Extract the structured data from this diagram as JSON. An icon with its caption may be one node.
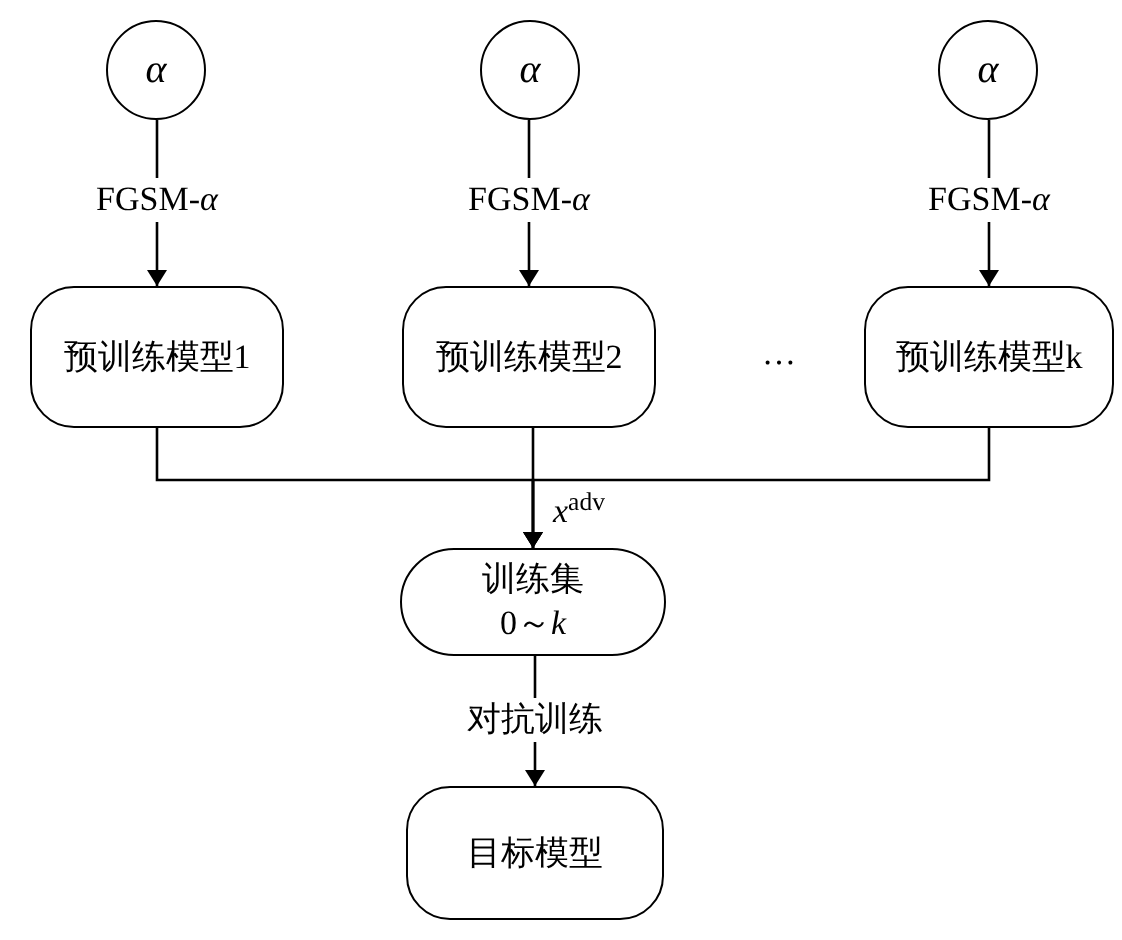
{
  "diagram": {
    "nodes": [
      {
        "text": [
          "α"
        ]
      },
      {
        "text": [
          "α"
        ]
      },
      {
        "text": [
          "α"
        ]
      },
      {
        "text": [
          "预训练模型1"
        ]
      },
      {
        "text": [
          "预训练模型2"
        ]
      },
      {
        "text": [
          "预训练模型k"
        ]
      },
      {
        "text": [
          "训练集",
          "0～*k*"
        ]
      },
      {
        "text": [
          "目标模型"
        ]
      }
    ],
    "edges": [
      {
        "from": 0,
        "to": 3,
        "arrow": "to",
        "label": "FGSM-*α*"
      },
      {
        "from": 1,
        "to": 4,
        "arrow": "to",
        "label": "FGSM-*α*"
      },
      {
        "from": 2,
        "to": 5,
        "arrow": "to",
        "label": "FGSM-*α*"
      },
      {
        "from": 3,
        "to": 6,
        "arrow": "to"
      },
      {
        "from": 4,
        "to": 6,
        "arrow": "to",
        "label": "*x*$^{adv}$"
      },
      {
        "from": 5,
        "to": 6,
        "arrow": "to"
      },
      {
        "from": 6,
        "to": 7,
        "arrow": "to",
        "label": "对抗训练"
      }
    ],
    "labels": [
      "…"
    ]
  }
}
